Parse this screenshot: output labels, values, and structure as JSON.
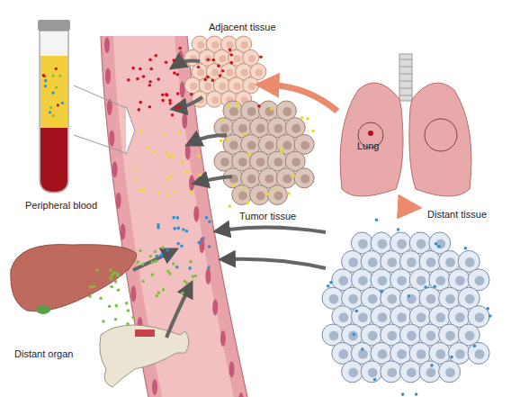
{
  "diagram": {
    "nodes": [
      {
        "text": [
          "Lung"
        ]
      },
      {
        "text": [
          "Adjacent tissue"
        ]
      },
      {
        "text": [
          "Tumor tissue"
        ]
      },
      {
        "text": [
          "Distant tissue"
        ]
      }
    ],
    "edges": [
      {
        "from": 0,
        "to": 1,
        "arrow": "to"
      },
      {
        "from": 0,
        "to": 3,
        "arrow": "to"
      }
    ],
    "labels": [
      "Peripheral blood",
      "Distant organ"
    ]
  }
}
